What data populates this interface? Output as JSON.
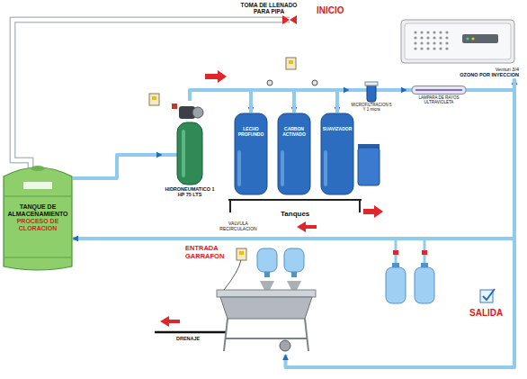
{
  "diagram": {
    "nodes": [
      {
        "text": [
          "TANQUE DE ALMACENAMIENTO",
          "PROCESO DE CLORACION"
        ]
      },
      {
        "text": [
          "HIDRONEUMATICO 1 HP 75 LTS"
        ]
      },
      {
        "text": [
          "LECHO PROFUNDO"
        ]
      },
      {
        "text": [
          "CARBON ACTIVADO"
        ]
      },
      {
        "text": [
          "SUAVIZADOR"
        ]
      },
      {
        "text": [
          "MICROFILTRACION 5 Y 1 micra"
        ]
      },
      {
        "text": [
          "LAMPARA DE RAYOS ULTRAVIOLETA"
        ]
      },
      {
        "text": [
          "Venturi 3/4",
          "OZONO POR INYECCION"
        ]
      },
      {
        "text": [
          "ENTRADA GARRAFON"
        ]
      }
    ],
    "edges": [
      {
        "from": 0,
        "to": 1,
        "arrow": "to"
      },
      {
        "from": 1,
        "to": 2,
        "arrow": "to"
      },
      {
        "from": 2,
        "to": 3,
        "arrow": "to"
      },
      {
        "from": 3,
        "to": 4,
        "arrow": "to"
      },
      {
        "from": 4,
        "to": 5,
        "arrow": "to"
      },
      {
        "from": 5,
        "to": 6,
        "arrow": "to"
      },
      {
        "from": 6,
        "to": 7,
        "arrow": "to"
      },
      {
        "from": 7,
        "to": 8,
        "arrow": "to"
      },
      {
        "from": 7,
        "to": 0,
        "arrow": "to"
      }
    ],
    "labels": [
      "TOMA DE LLENADO PARA PIPA",
      "INICIO",
      "Tanques",
      "VALVULA RECIRCULACION",
      "DRENAJE",
      "SALIDA"
    ]
  }
}
